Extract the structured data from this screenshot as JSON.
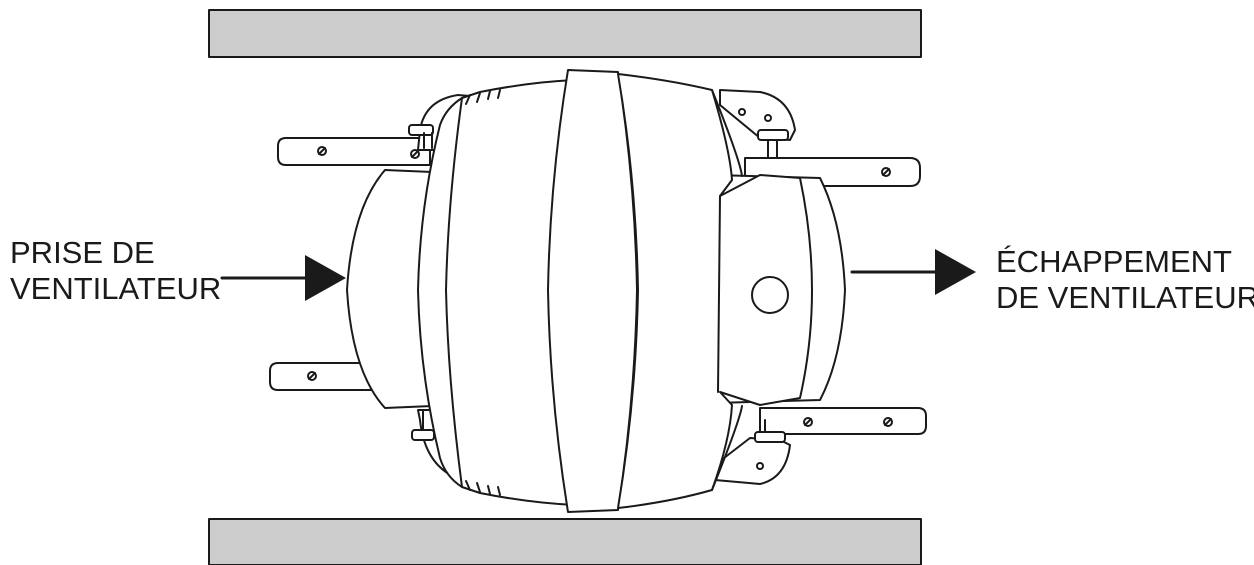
{
  "labels": {
    "intake": [
      "PRISE DE",
      "VENTILATEUR"
    ],
    "exhaust": [
      "ÉCHAPPEMENT",
      "DE VENTILATEUR"
    ]
  },
  "colors": {
    "stroke": "#1a1a1a",
    "duct": "#cccccc",
    "fan_fill": "#ffffff"
  }
}
